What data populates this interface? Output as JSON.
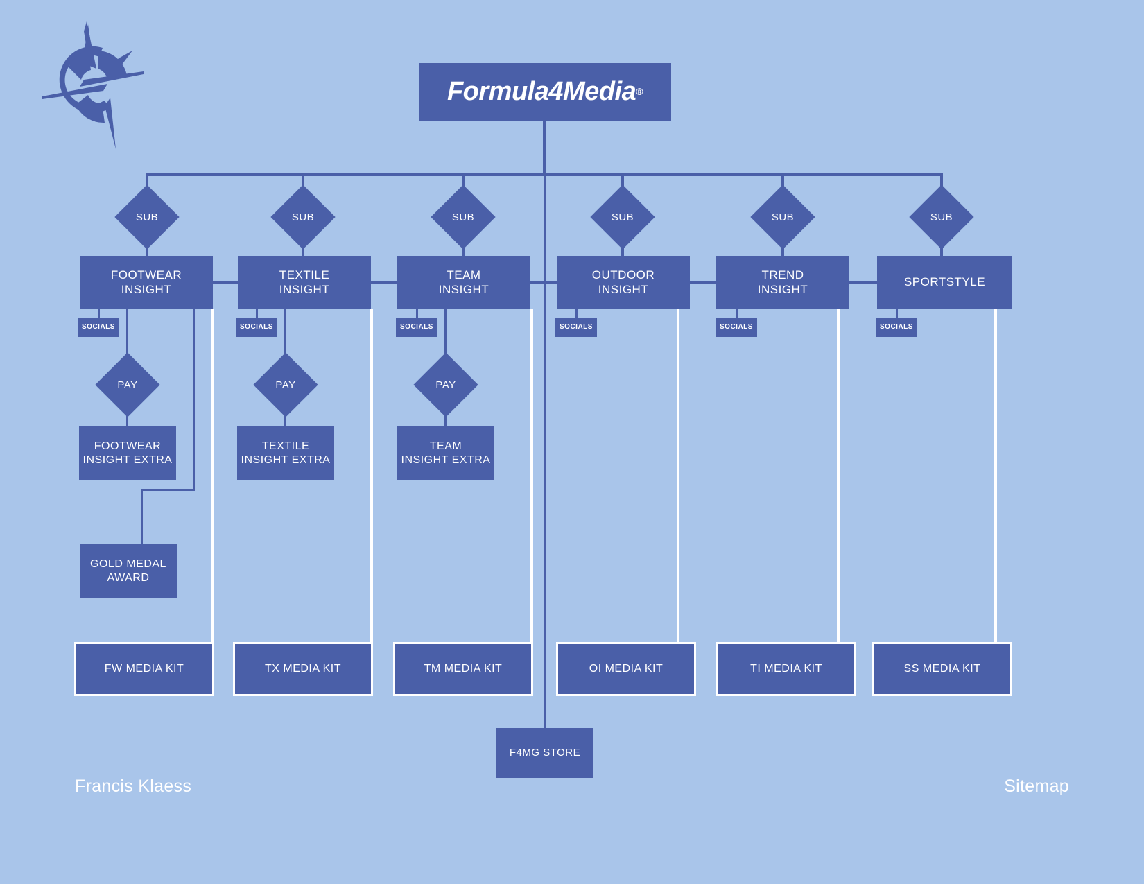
{
  "meta": {
    "diagram_type": "sitemap",
    "background_color": "#a9c5ea",
    "node_color": "#4a5fa8",
    "text_color": "#ffffff",
    "connector_color": "#4a5fa8",
    "white_connector_color": "#ffffff"
  },
  "logo": {
    "name": "compass-rose-c-logo",
    "color": "#4a5fa8"
  },
  "root": {
    "label": "Formula4Media",
    "trademark": "®"
  },
  "sections": [
    {
      "key": "footwear",
      "sub_label": "SUB",
      "line1": "FOOTWEAR",
      "line2": "INSIGHT",
      "socials_label": "SOCIALS",
      "pay_label": "PAY",
      "extra_line1": "FOOTWEAR",
      "extra_line2": "INSIGHT EXTRA",
      "media_kit": "FW MEDIA KIT"
    },
    {
      "key": "textile",
      "sub_label": "SUB",
      "line1": "TEXTILE",
      "line2": "INSIGHT",
      "socials_label": "SOCIALS",
      "pay_label": "PAY",
      "extra_line1": "TEXTILE",
      "extra_line2": "INSIGHT EXTRA",
      "media_kit": "TX MEDIA KIT"
    },
    {
      "key": "team",
      "sub_label": "SUB",
      "line1": "TEAM",
      "line2": "INSIGHT",
      "socials_label": "SOCIALS",
      "pay_label": "PAY",
      "extra_line1": "TEAM",
      "extra_line2": "INSIGHT EXTRA",
      "media_kit": "TM MEDIA KIT"
    },
    {
      "key": "outdoor",
      "sub_label": "SUB",
      "line1": "OUTDOOR",
      "line2": "INSIGHT",
      "socials_label": "SOCIALS",
      "media_kit": "OI MEDIA KIT"
    },
    {
      "key": "trend",
      "sub_label": "SUB",
      "line1": "TREND",
      "line2": "INSIGHT",
      "socials_label": "SOCIALS",
      "media_kit": "TI MEDIA KIT"
    },
    {
      "key": "sportstyle",
      "sub_label": "SUB",
      "line1": "SPORTSTYLE",
      "line2": "",
      "socials_label": "SOCIALS",
      "media_kit": "SS MEDIA KIT"
    }
  ],
  "gold_medal": {
    "line1": "GOLD MEDAL",
    "line2": "AWARD"
  },
  "store": {
    "label": "F4MG STORE"
  },
  "footer": {
    "author": "Francis Klaess",
    "doc_type": "Sitemap"
  }
}
